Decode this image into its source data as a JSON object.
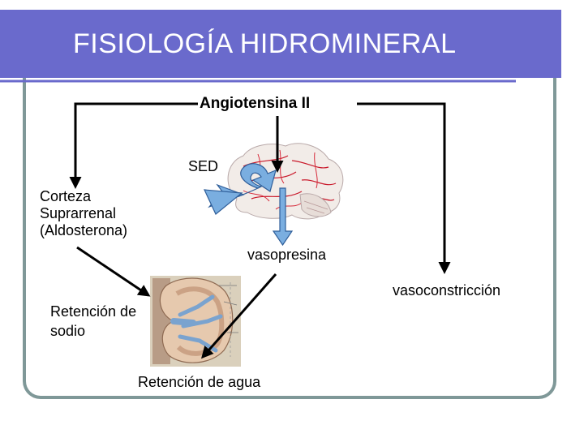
{
  "slide": {
    "title": "FISIOLOGÍA HIDROMINERAL"
  },
  "diagram": {
    "nodes": {
      "angiotensin": "Angiotensina II",
      "thirst": "SED",
      "adrenal_line1": "Corteza",
      "adrenal_line2": "Suprarrenal",
      "adrenal_line3": "(Aldosterona)",
      "vasopressin": "vasopresina",
      "vasoconstriction": "vasoconstricción",
      "sodium_line1": "Retención de",
      "sodium_line2": "sodio",
      "water": "Retención de agua"
    },
    "images": {
      "brain": "brain-illustration",
      "kidney": "kidney-cross-section"
    }
  },
  "colors": {
    "title_bar": "#6a6acc",
    "frame": "#7f9898",
    "arrow_fill": "#7aaee0",
    "arrow_stroke": "#2f5e99"
  }
}
